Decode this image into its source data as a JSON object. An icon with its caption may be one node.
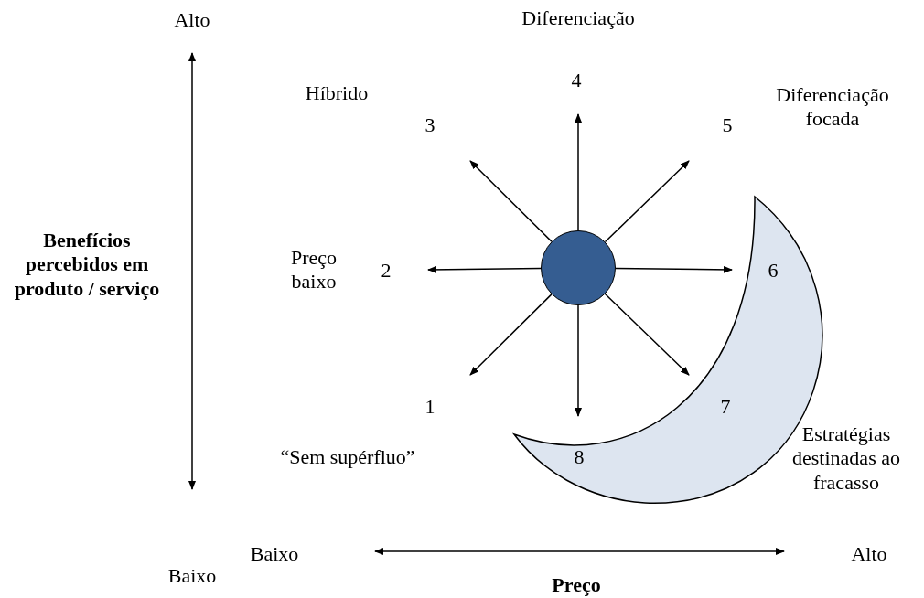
{
  "diagram": {
    "nodes": [
      {
        "text": [],
        "shape": "circle"
      },
      {
        "text": [],
        "shape": "crescent"
      },
      {
        "text": [
          "1"
        ],
        "beside": [
          "“Sem supérfluo”"
        ]
      },
      {
        "text": [
          "2"
        ],
        "beside": [
          "Preço baixo"
        ]
      },
      {
        "text": [
          "3"
        ],
        "beside": [
          "Híbrido"
        ]
      },
      {
        "text": [
          "4"
        ],
        "beside": [
          "Diferenciação"
        ]
      },
      {
        "text": [
          "5"
        ],
        "beside": [
          "Diferenciação focada"
        ]
      },
      {
        "text": [
          "6"
        ],
        "in": 1
      },
      {
        "text": [
          "7"
        ],
        "in": 1
      },
      {
        "text": [
          "8"
        ],
        "in": 1
      }
    ],
    "edges": [
      {
        "from": 0,
        "to": 2,
        "arrow": "to"
      },
      {
        "from": 0,
        "to": 3,
        "arrow": "to"
      },
      {
        "from": 0,
        "to": 4,
        "arrow": "to"
      },
      {
        "from": 0,
        "to": 5,
        "arrow": "to"
      },
      {
        "from": 0,
        "to": 6,
        "arrow": "to"
      },
      {
        "from": 0,
        "to": 7,
        "arrow": "to"
      },
      {
        "from": 0,
        "to": 8,
        "arrow": "to"
      },
      {
        "from": 0,
        "to": 9,
        "arrow": "to"
      }
    ],
    "labels": [
      "Alto",
      "Benefícios percebidos em produto / serviço",
      "Estratégias destinadas ao fracasso",
      "Baixo",
      "Baixo",
      "Alto",
      "Preço"
    ]
  }
}
